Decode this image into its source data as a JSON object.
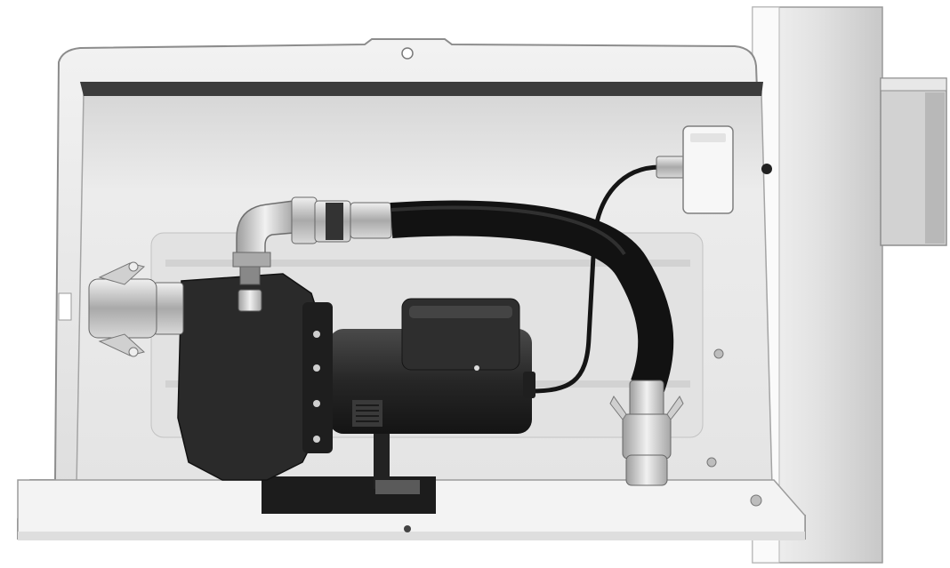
{
  "image": {
    "subject": "pump-enclosure",
    "style": "grayscale product render",
    "caption": ""
  },
  "colors": {
    "background": "#ffffff",
    "enclosure": "#e9e9e9",
    "enclosure_shadow": "#bdbdbd",
    "pump_body": "#2a2a2a",
    "hose": "#111111",
    "metal": "#c9c9c9",
    "junction_box": "#f4f4f4"
  },
  "components": [
    {
      "id": "enclosure-lid",
      "label": ""
    },
    {
      "id": "pump-motor",
      "label": ""
    },
    {
      "id": "pump-volute",
      "label": ""
    },
    {
      "id": "elbow-fitting",
      "label": ""
    },
    {
      "id": "discharge-hose",
      "label": ""
    },
    {
      "id": "camlock-inlet",
      "label": ""
    },
    {
      "id": "camlock-outlet",
      "label": ""
    },
    {
      "id": "pressure-switch",
      "label": ""
    },
    {
      "id": "mounting-post",
      "label": ""
    },
    {
      "id": "wall-box",
      "label": ""
    }
  ]
}
